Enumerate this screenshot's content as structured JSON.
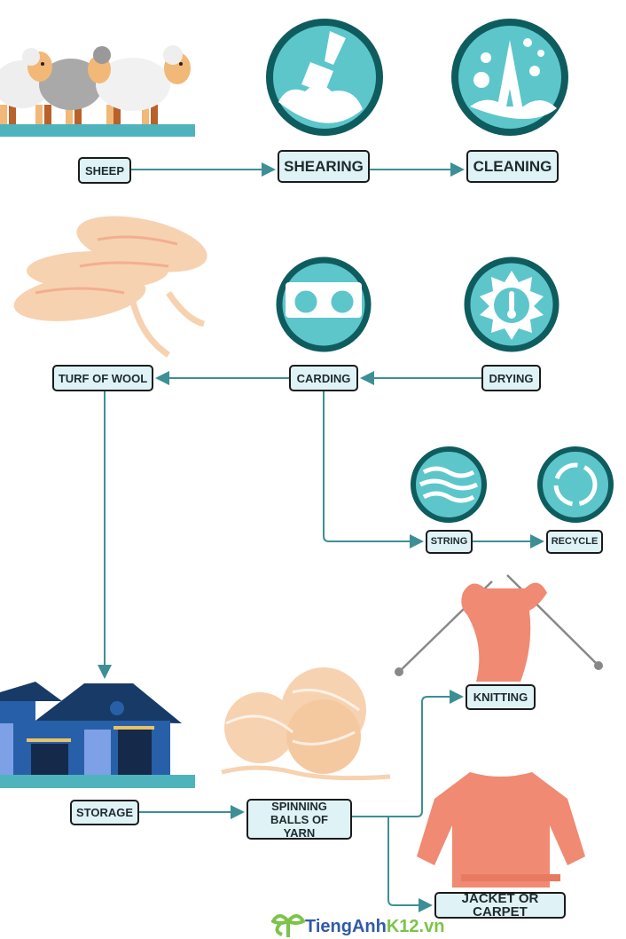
{
  "colors": {
    "arrow": "#3d8f96",
    "circle_ring": "#0f5c5e",
    "circle_fill": "#5cc6cb",
    "box_fill": "#dff3f6",
    "wool": "#f7d2b0",
    "salmon": "#f08a72"
  },
  "nodes": {
    "sheep": "SHEEP",
    "shearing": "SHEARING",
    "cleaning": "CLEANING",
    "turf_of_wool": "TURF OF WOOL",
    "carding": "CARDING",
    "drying": "DRYING",
    "string": "STRING",
    "recycle": "RECYCLE",
    "knitting": "KNITTING",
    "storage": "STORAGE",
    "spinning": "SPINNING BALLS OF YARN",
    "jacket": "JACKET OR CARPET"
  },
  "icons": [
    "sheep-illustration",
    "shearing-icon",
    "cleaning-icon",
    "wool-illustration",
    "carding-icon",
    "drying-icon",
    "string-icon",
    "recycle-icon",
    "knitting-illustration",
    "storage-illustration",
    "yarn-balls-illustration",
    "sweater-illustration"
  ],
  "logo": {
    "part1": "TiengAnh",
    "part2": "K12.vn"
  }
}
